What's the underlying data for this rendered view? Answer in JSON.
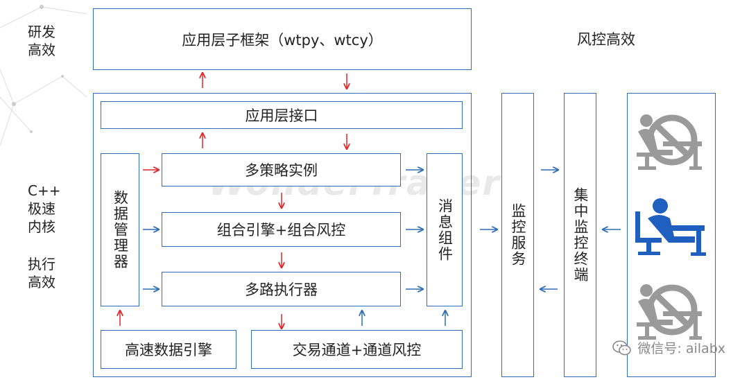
{
  "left_labels": {
    "rd": "研发\n高效",
    "cpp": "C++\n极速\n内核",
    "exec": "执行\n高效"
  },
  "right_label": "风控高效",
  "top_framework": "应用层子框架（wtpy、wtcy）",
  "app_interface": "应用层接口",
  "data_manager": "数据管理器",
  "multi_strategy": "多策略实例",
  "portfolio_engine": "组合引擎+组合风控",
  "multi_executor": "多路执行器",
  "message_component": "消息组件",
  "hs_data_engine": "高速数据引擎",
  "trade_channel": "交易通道+通道风控",
  "monitor_service": "监控服务",
  "central_terminal": "集中监控终端",
  "watermark_logo": "WonderTrader",
  "watermark_footer": "微信号: ailabx",
  "colors": {
    "border": "#2e6db5",
    "arrow_red": "#e0262b",
    "arrow_blue": "#2e6db5",
    "icon_blue": "#1f5fbf",
    "icon_gray": "#9a9a9a"
  },
  "icons": [
    "user-blocked-icon",
    "user-active-icon",
    "user-blocked-icon",
    "wechat-icon"
  ]
}
